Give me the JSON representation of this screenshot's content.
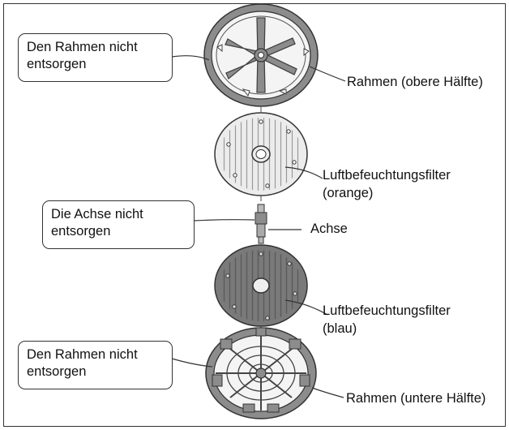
{
  "callouts": {
    "frame_top": {
      "line1": "Den Rahmen nicht",
      "line2": "entsorgen"
    },
    "axle": {
      "line1": "Die Achse nicht",
      "line2": "entsorgen"
    },
    "frame_bottom": {
      "line1": "Den Rahmen nicht",
      "line2": "entsorgen"
    }
  },
  "labels": {
    "frame_upper": "Rahmen (obere Hälfte)",
    "filter_orange_line1": "Luftbefeuchtungsfilter",
    "filter_orange_line2": "(orange)",
    "axle": "Achse",
    "filter_blue_line1": "Luftbefeuchtungsfilter",
    "filter_blue_line2": "(blau)",
    "frame_lower": "Rahmen (untere Hälfte)"
  },
  "colors": {
    "line": "#333333",
    "frame_fill": "#8c8c8c",
    "filter_light": "#ececec",
    "filter_dark": "#7a7a7a"
  }
}
